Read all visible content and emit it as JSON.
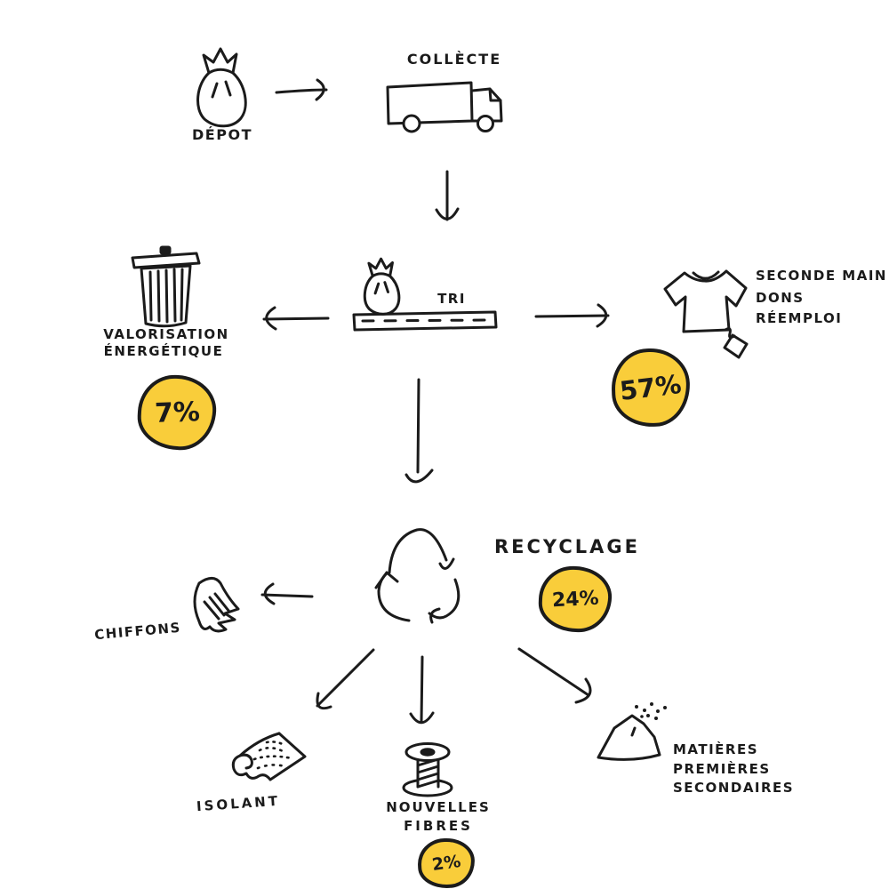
{
  "colors": {
    "ink": "#1b1b1b",
    "accent_yellow": "#F9CD3A",
    "background": "#ffffff"
  },
  "flow": {
    "depot": {
      "label": "DÉPOT",
      "icon": "bag-icon"
    },
    "collecte": {
      "label": "COLLÈCTE",
      "icon": "truck-icon"
    },
    "tri": {
      "label": "TRI",
      "icon": "conveyor-bag-icon"
    },
    "valorisation": {
      "line1": "VALORISATION",
      "line2": "ÉNERGÉTIQUE",
      "value": "7%",
      "icon": "trash-bin-icon"
    },
    "seconde_main": {
      "line1": "SECONDE MAIN",
      "line2": "DONS",
      "line3": "RÉEMPLOI",
      "value": "57%",
      "icon": "tshirt-icon"
    },
    "recyclage": {
      "label": "RECYCLAGE",
      "value": "24%",
      "icon": "recycle-icon"
    },
    "chiffons": {
      "label": "CHIFFONS",
      "icon": "rag-icon"
    },
    "isolant": {
      "label": "ISOLANT",
      "icon": "insulation-roll-icon"
    },
    "nouvelles_fibres": {
      "line1": "NOUVELLES",
      "line2": "FIBRES",
      "value": "2%",
      "icon": "thread-spool-icon"
    },
    "matieres_premieres": {
      "line1": "MATIÈRES",
      "line2": "PREMIÈRES",
      "line3": "SECONDAIRES",
      "icon": "material-pile-icon"
    }
  }
}
